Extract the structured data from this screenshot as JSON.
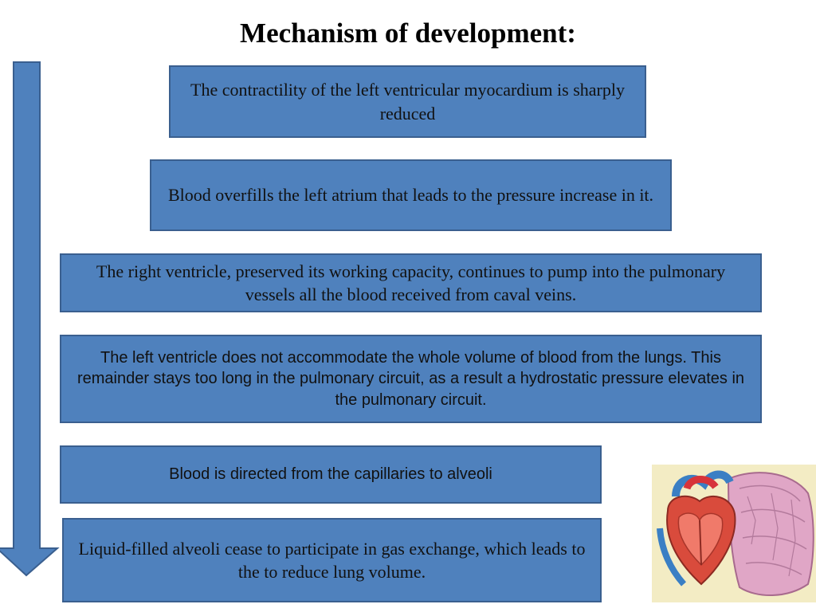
{
  "title": "Mechanism  of development:",
  "steps": [
    {
      "text": "The contractility of the left ventricular myocardium is sharply reduced"
    },
    {
      "text": "Blood overfills the left atrium that leads to the pressure increase in it."
    },
    {
      "text": "The right ventricle, preserved its working capacity, continues to pump into the pulmonary vessels all the blood received from caval veins."
    },
    {
      "text": "The left ventricle does not accommodate the whole volume of blood from the lungs. This remainder stays too long in the pulmonary circuit, as a result a hydrostatic pressure elevates in the pulmonary circuit."
    },
    {
      "text": "Blood is directed from the capillaries to alveoli"
    },
    {
      "text": "Liquid-filled alveoli cease to participate in gas exchange, which leads to the to reduce lung volume."
    }
  ],
  "colors": {
    "box_fill": "#4f81bd",
    "box_border": "#3a5f8f",
    "arrow_fill": "#4f81bd"
  },
  "illustration": {
    "icon": "heart-lungs-illustration"
  }
}
